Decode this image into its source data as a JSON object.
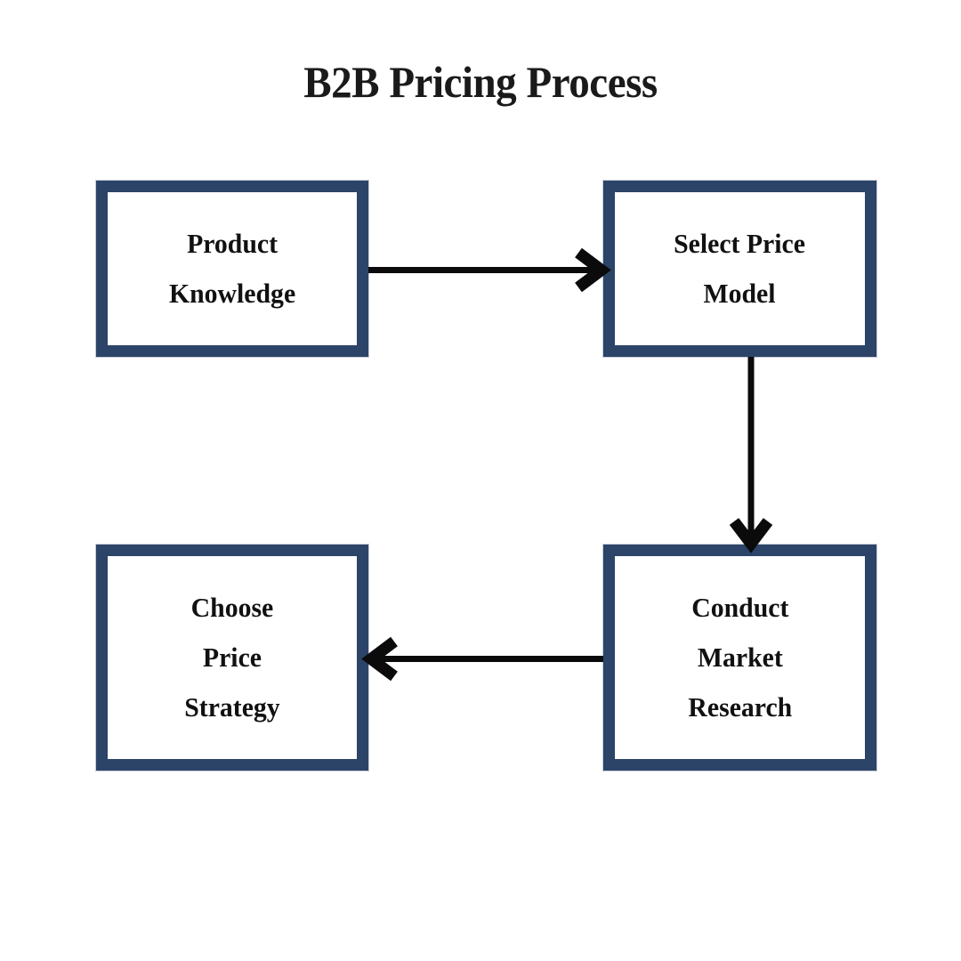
{
  "page": {
    "title": "B2B Pricing Process",
    "background_color": "#ffffff"
  },
  "theme": {
    "box_border_color": "#2b4468",
    "box_fill_color": "#ffffff",
    "box_outline_color": "#c9cdd6",
    "text_color": "#111111",
    "title_color": "#1a1a1a",
    "arrow_color": "#0b0b0b"
  },
  "diagram": {
    "type": "flowchart",
    "layout": "2x2-grid",
    "nodes": [
      {
        "id": "product-knowledge",
        "label": "Product\nKnowledge",
        "lines": [
          "Product",
          "Knowledge"
        ],
        "grid": "top-left"
      },
      {
        "id": "select-price-model",
        "label": "Select Price\nModel",
        "lines": [
          "Select Price",
          "Model"
        ],
        "grid": "top-right"
      },
      {
        "id": "choose-price-strategy",
        "label": "Choose\nPrice\nStrategy",
        "lines": [
          "Choose",
          "Price",
          "Strategy"
        ],
        "grid": "bottom-left"
      },
      {
        "id": "conduct-market-research",
        "label": "Conduct\nMarket\nResearch",
        "lines": [
          "Conduct",
          "Market",
          "Research"
        ],
        "grid": "bottom-right"
      }
    ],
    "edges": [
      {
        "id": "edge-1",
        "from": "product-knowledge",
        "to": "select-price-model",
        "direction": "right",
        "arrowhead": "open-chevron"
      },
      {
        "id": "edge-2",
        "from": "select-price-model",
        "to": "conduct-market-research",
        "direction": "down",
        "arrowhead": "open-chevron"
      },
      {
        "id": "edge-3",
        "from": "conduct-market-research",
        "to": "choose-price-strategy",
        "direction": "left",
        "arrowhead": "open-chevron"
      }
    ]
  }
}
